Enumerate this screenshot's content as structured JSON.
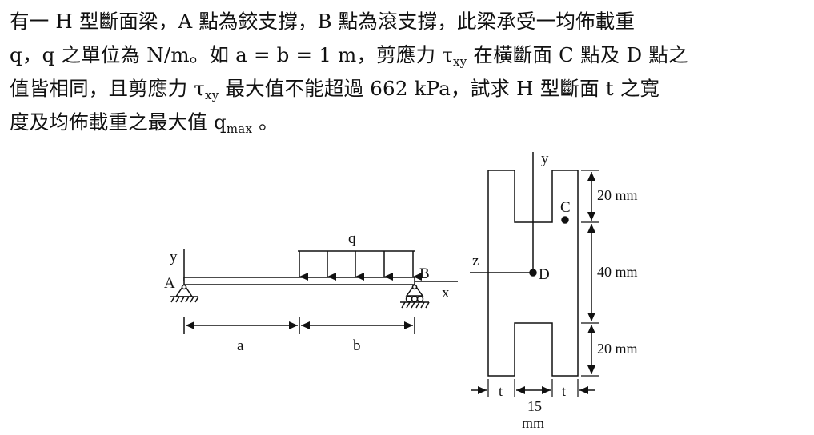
{
  "problem": {
    "line1": "有一 H 型斷面梁，A 點為鉸支撐，B 點為滾支撐，此梁承受一均佈載重",
    "line2": "q，q 之單位為 N/m。如 a = b = 1 m，剪應力 τ",
    "line2_sub": "xy",
    "line2_rest": " 在橫斷面 C 點及 D 點之",
    "line3": "值皆相同，且剪應力 τ",
    "line3_sub": "xy",
    "line3_rest": " 最大值不能超過 662 kPa，試求 H 型斷面 t 之寬",
    "line4": "度及均佈載重之最大值 q",
    "line4_sub": "max",
    "line4_rest": " 。"
  },
  "beam": {
    "load_label": "q",
    "y_label": "y",
    "x_label": "x",
    "point_a": "A",
    "point_b": "B",
    "dim_a": "a",
    "dim_b": "b"
  },
  "section": {
    "y_label": "y",
    "z_label": "z",
    "point_c": "C",
    "point_d": "D",
    "dim_top": "20 mm",
    "dim_mid": "40 mm",
    "dim_bottom": "20 mm",
    "dim_t_left": "t",
    "dim_t_right": "t",
    "dim_web": "15",
    "dim_web_unit": "mm"
  }
}
